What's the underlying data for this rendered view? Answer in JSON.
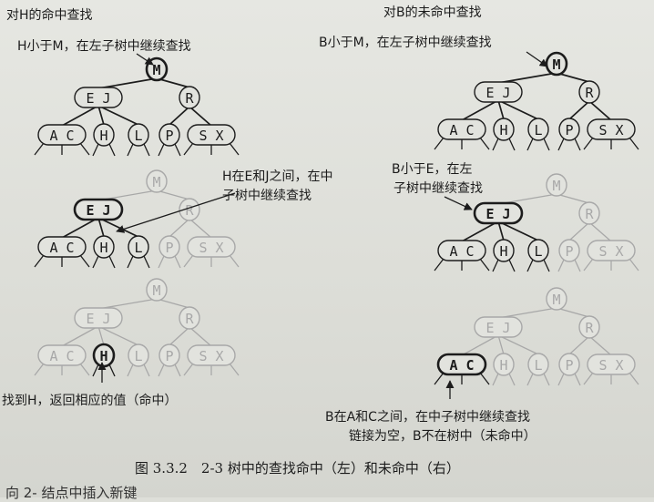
{
  "headings": {
    "left": "对H的命中查找",
    "right": "对B的未命中查找"
  },
  "annotations": {
    "left_1": "H小于M，在左子树中继续查找",
    "left_2_line1": "H在E和J之间，在中",
    "left_2_line2": "子树中继续查找",
    "left_3": "找到H，返回相应的值（命中）",
    "right_1": "B小于M，在左子树中继续查找",
    "right_2_line1": "B小于E，在左",
    "right_2_line2": "子树中继续查找",
    "right_3_line1": "B在A和C之间，在中子树中继续查找",
    "right_3_line2": "链接为空，B不在树中（未命中）"
  },
  "node_labels": {
    "root": "M",
    "left": "E J",
    "right": "R",
    "l1": "A C",
    "l2": "H",
    "l3": "L",
    "r1": "P",
    "r2": "S X"
  },
  "caption": "图 3.3.2　2-3 树中的查找命中（左）和未命中（右）",
  "bottom_cut_text": "向 2- 结点中插入新键",
  "colors": {
    "ink": "#1c1c1c",
    "faded": "#a8a8a8",
    "paper": "#e2e3de"
  }
}
